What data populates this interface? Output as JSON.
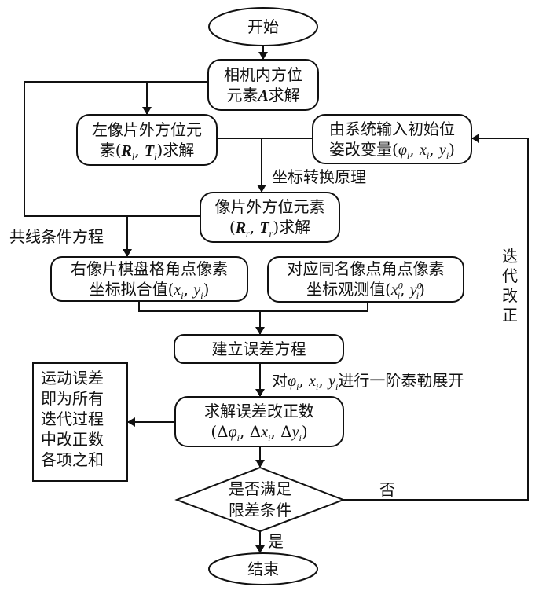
{
  "nodes": {
    "start": {
      "label": "开始"
    },
    "intrinsic": {
      "line1": "相机内方位",
      "line2_pre": "元素",
      "line2_var": "A",
      "line2_post": "求解"
    },
    "left_exterior": {
      "line1": "左像片外方位元",
      "line2_pre": "素(",
      "var1": "R",
      "sub1": "l",
      "sep": ", ",
      "var2": "T",
      "sub2": "l",
      "line2_post": ")求解"
    },
    "initial_input": {
      "line1": "由系统输入初始位",
      "line2_pre": "姿改变量(",
      "v1": "φ",
      "s1": "i",
      "v2": "x",
      "s2": "i",
      "v3": "y",
      "s3": "i",
      "line2_post": ")"
    },
    "right_exterior": {
      "line1": "像片外方位元素",
      "line2_pre": "(",
      "var1": "R",
      "sub1": "r",
      "sep": ", ",
      "var2": "T",
      "sub2": "r",
      "line2_post": ")求解"
    },
    "fitted_coords": {
      "line1": "右像片棋盘格角点像素",
      "line2_pre": "坐标拟合值(",
      "v1": "x",
      "s1": "i",
      "v2": "y",
      "s2": "i",
      "line2_post": ")"
    },
    "observed_coords": {
      "line1": "对应同名像点角点像素",
      "line2_pre": "坐标观测值(",
      "v1": "x",
      "s1": "i",
      "p1": "0",
      "v2": "y",
      "s2": "i",
      "p2": "0",
      "line2_post": ")"
    },
    "error_equation": {
      "label": "建立误差方程"
    },
    "solve_correction": {
      "line1": "求解误差改正数",
      "line2_pre": "(Δ",
      "v1": "φ",
      "s1": "i",
      "d2": "Δ",
      "v2": "x",
      "s2": "i",
      "d3": "Δ",
      "v3": "y",
      "s3": "i",
      "line2_post": ")"
    },
    "motion_error": {
      "lines": [
        "运动误差",
        "即为所有",
        "迭代过程",
        "中改正数",
        "各项之和"
      ]
    },
    "decision": {
      "line1": "是否满足",
      "line2": "限差条件"
    },
    "end": {
      "label": "结束"
    }
  },
  "edge_labels": {
    "coord_transform": "坐标转换原理",
    "collinearity": "共线条件方程",
    "taylor_pre": "对",
    "taylor_v1": "φ",
    "taylor_s1": "i",
    "taylor_v2": "x",
    "taylor_s2": "i",
    "taylor_v3": "y",
    "taylor_s3": "i",
    "taylor_post": "进行一阶泰勒展开",
    "no": "否",
    "yes": "是",
    "iterative_correction": [
      "迭",
      "代",
      "改",
      "正"
    ]
  }
}
